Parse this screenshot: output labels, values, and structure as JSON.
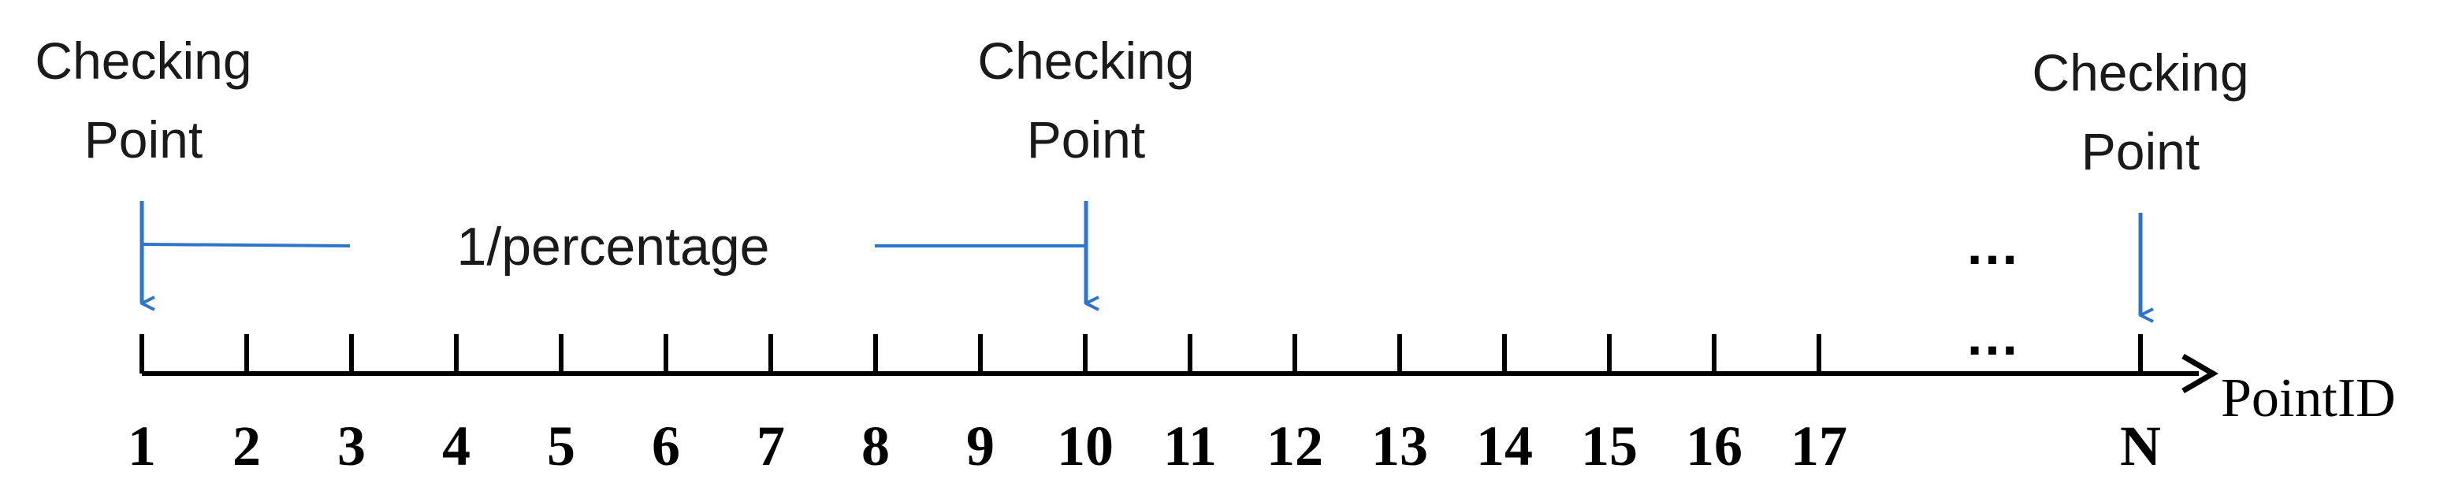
{
  "colors": {
    "accent": "#2e75c9",
    "axis": "#000000",
    "text": "#1a1a1a"
  },
  "axis": {
    "label": "PointID"
  },
  "ticks": [
    "1",
    "2",
    "3",
    "4",
    "5",
    "6",
    "7",
    "8",
    "9",
    "10",
    "11",
    "12",
    "13",
    "14",
    "15",
    "16",
    "17",
    "N"
  ],
  "checking_points": [
    {
      "line1": "Checking",
      "line2": "Point"
    },
    {
      "line1": "Checking",
      "line2": "Point"
    },
    {
      "line1": "Checking",
      "line2": "Point"
    }
  ],
  "interval": {
    "label": "1/percentage"
  },
  "ellipses": {
    "upper": "…",
    "lower": "…"
  }
}
